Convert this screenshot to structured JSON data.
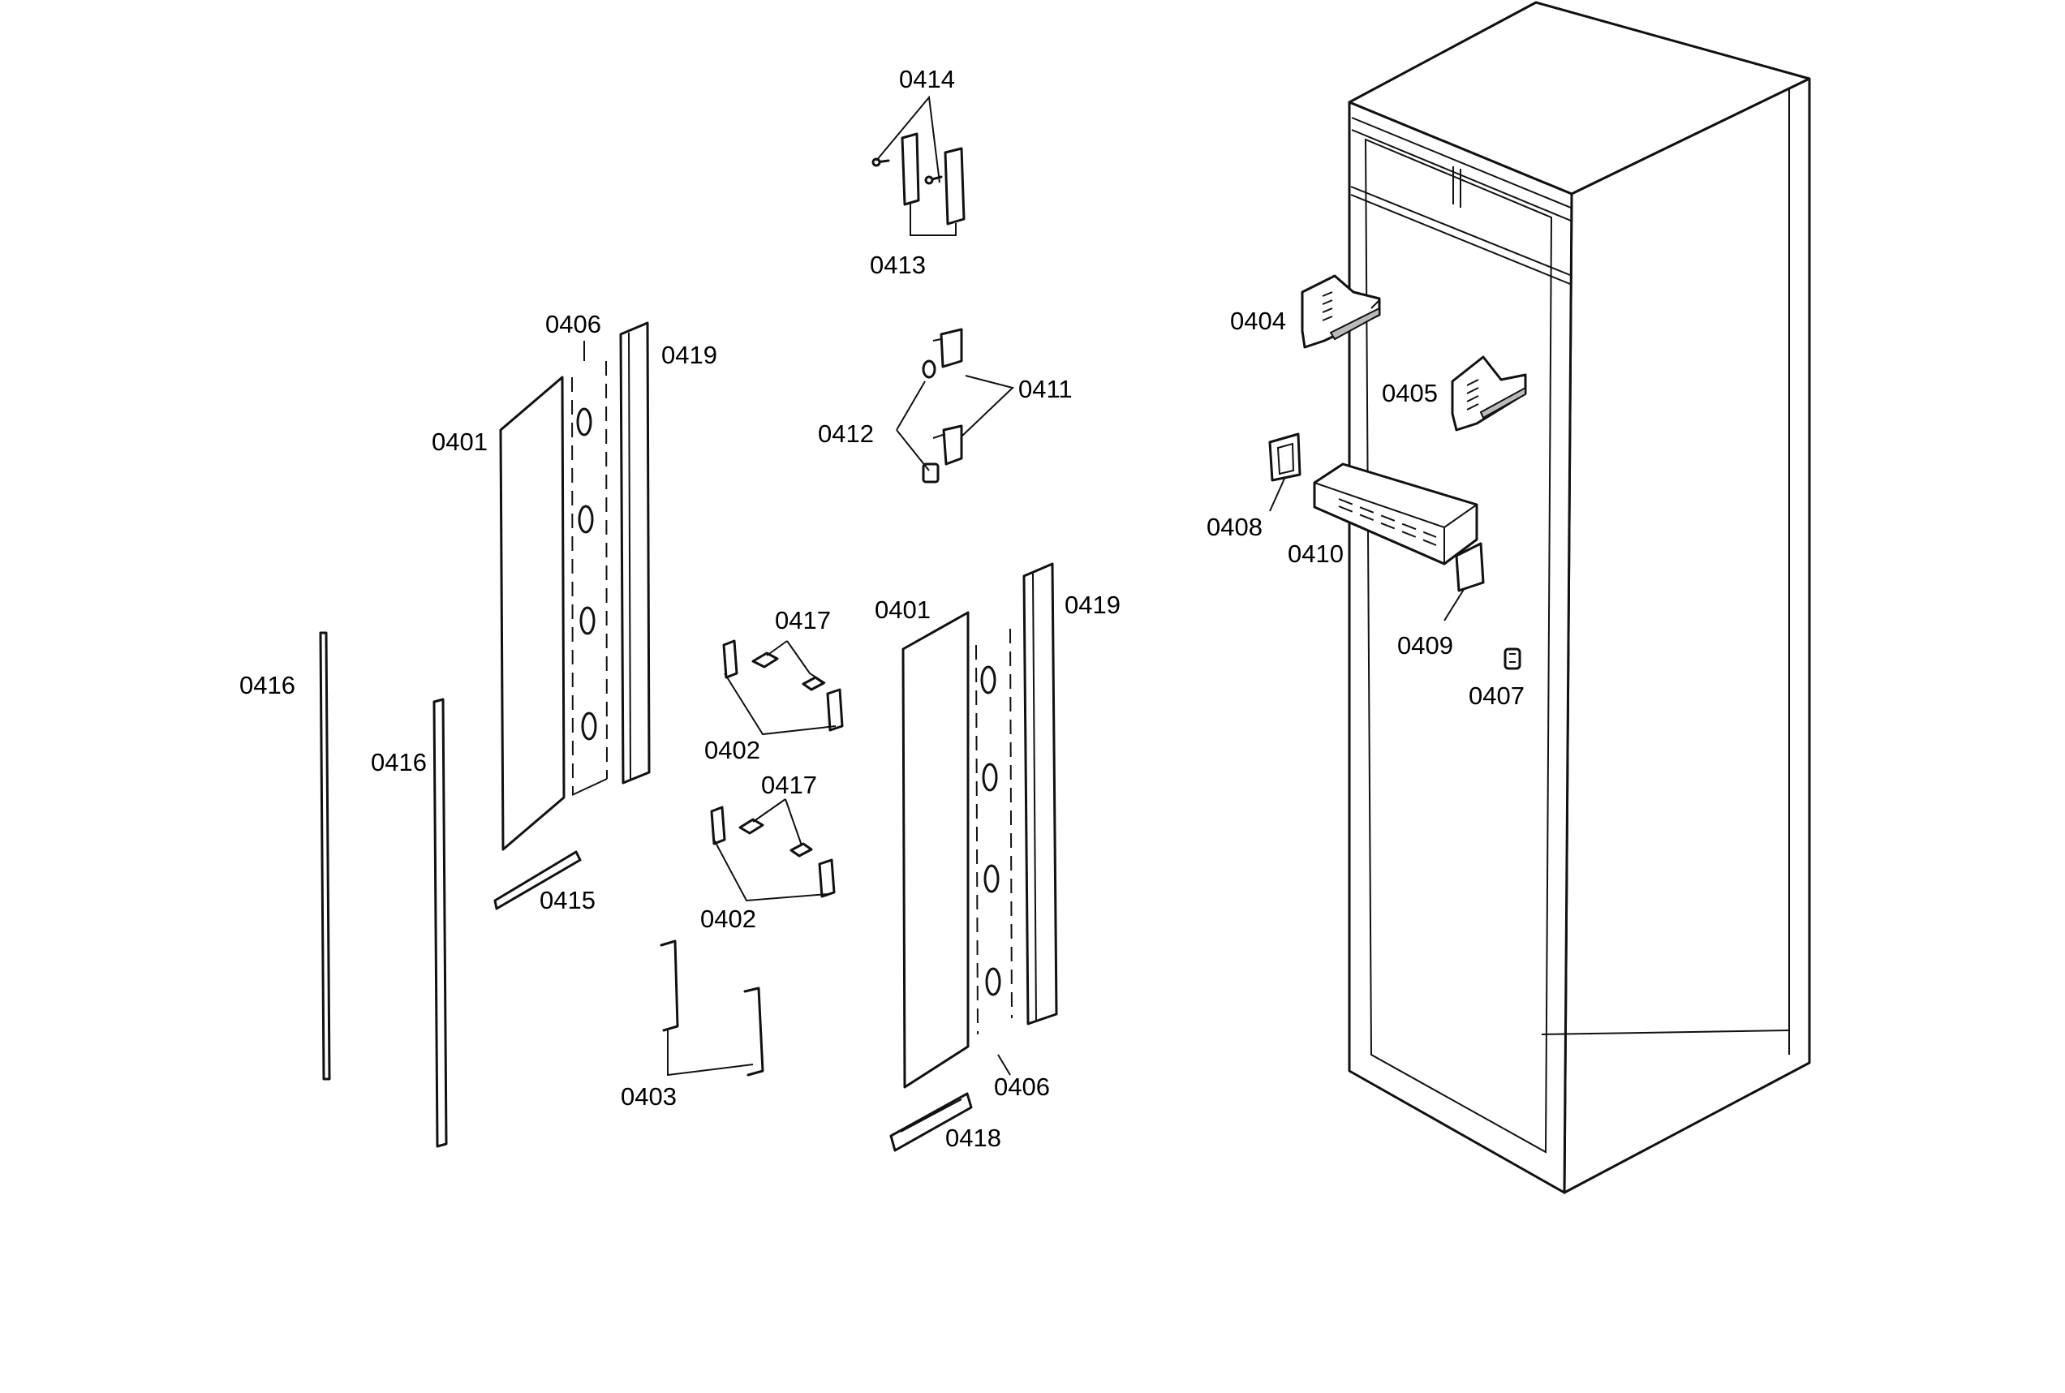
{
  "labels": {
    "p0414": "0414",
    "p0413": "0413",
    "p0406a": "0406",
    "p0419a": "0419",
    "p0401a": "0401",
    "p0411": "0411",
    "p0412": "0412",
    "p0404": "0404",
    "p0405": "0405",
    "p0408": "0408",
    "p0410": "0410",
    "p0409": "0409",
    "p0407": "0407",
    "p0417a": "0417",
    "p0402a": "0402",
    "p0401b": "0401",
    "p0419b": "0419",
    "p0416a": "0416",
    "p0416b": "0416",
    "p0417b": "0417",
    "p0402b": "0402",
    "p0415": "0415",
    "p0403": "0403",
    "p0406b": "0406",
    "p0418": "0418"
  }
}
